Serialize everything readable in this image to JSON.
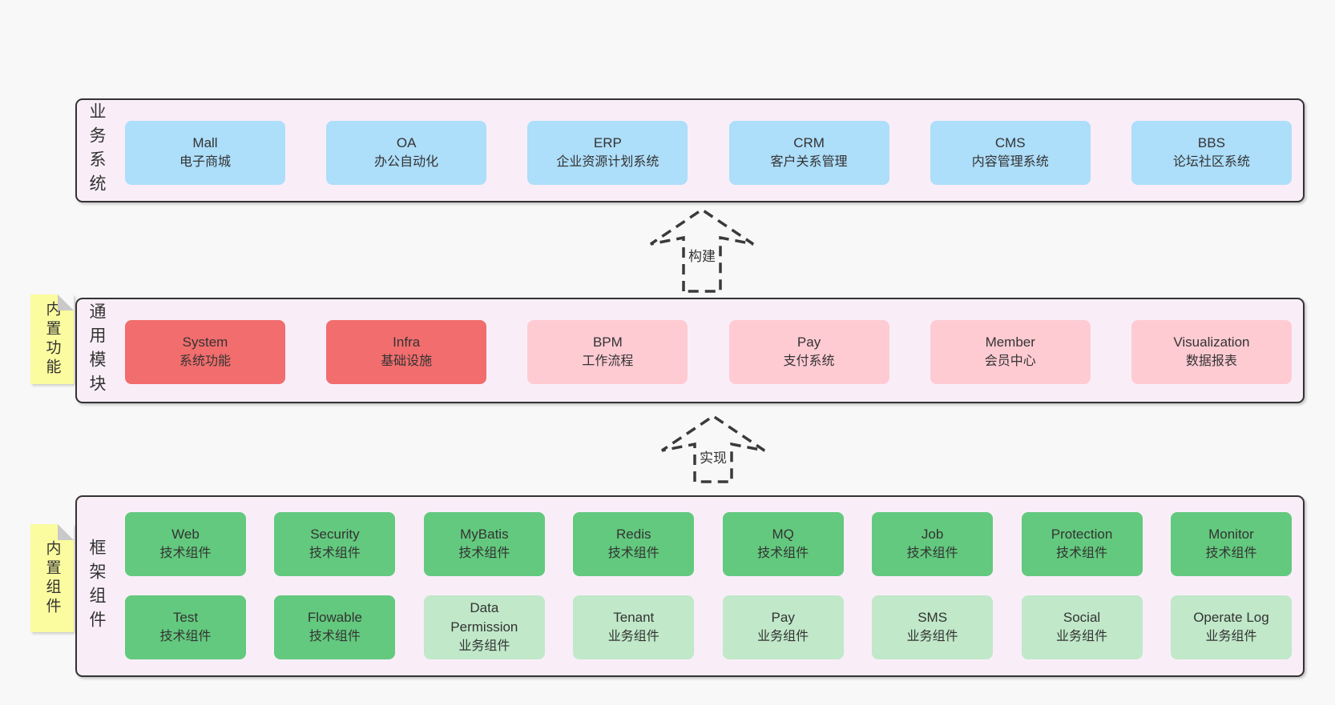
{
  "colors": {
    "background": "#f8f8f8",
    "container_fill": "#f9eef8",
    "container_border": "#333333",
    "box_blue": "#addefa",
    "box_red": "#f26d6d",
    "box_pink": "#ffcbd3",
    "box_green": "#63c97e",
    "box_light_green": "#c0e8c9",
    "sticky_yellow": "#fbfb9f",
    "fold_gray": "#c9c9c9",
    "text": "#333333"
  },
  "arrows": [
    {
      "label": "构建"
    },
    {
      "label": "实现"
    }
  ],
  "layers": [
    {
      "label": "业务系统",
      "boxes": [
        {
          "name": "Mall",
          "desc": "电子商城",
          "variant": "blue"
        },
        {
          "name": "OA",
          "desc": "办公自动化",
          "variant": "blue"
        },
        {
          "name": "ERP",
          "desc": "企业资源计划系统",
          "variant": "blue"
        },
        {
          "name": "CRM",
          "desc": "客户关系管理",
          "variant": "blue"
        },
        {
          "name": "CMS",
          "desc": "内容管理系统",
          "variant": "blue"
        },
        {
          "name": "BBS",
          "desc": "论坛社区系统",
          "variant": "blue"
        }
      ]
    },
    {
      "label": "通用模块",
      "sticky_label": "内置功能",
      "boxes": [
        {
          "name": "System",
          "desc": "系统功能",
          "variant": "red"
        },
        {
          "name": "Infra",
          "desc": "基础设施",
          "variant": "red"
        },
        {
          "name": "BPM",
          "desc": "工作流程",
          "variant": "pink"
        },
        {
          "name": "Pay",
          "desc": "支付系统",
          "variant": "pink"
        },
        {
          "name": "Member",
          "desc": "会员中心",
          "variant": "pink"
        },
        {
          "name": "Visualization",
          "desc": "数据报表",
          "variant": "pink"
        }
      ]
    },
    {
      "label": "框架组件",
      "sticky_label": "内置组件",
      "rows": [
        [
          {
            "name": "Web",
            "desc": "技术组件",
            "variant": "green"
          },
          {
            "name": "Security",
            "desc": "技术组件",
            "variant": "green"
          },
          {
            "name": "MyBatis",
            "desc": "技术组件",
            "variant": "green"
          },
          {
            "name": "Redis",
            "desc": "技术组件",
            "variant": "green"
          },
          {
            "name": "MQ",
            "desc": "技术组件",
            "variant": "green"
          },
          {
            "name": "Job",
            "desc": "技术组件",
            "variant": "green"
          },
          {
            "name": "Protection",
            "desc": "技术组件",
            "variant": "green"
          },
          {
            "name": "Monitor",
            "desc": "技术组件",
            "variant": "green"
          }
        ],
        [
          {
            "name": "Test",
            "desc": "技术组件",
            "variant": "green"
          },
          {
            "name": "Flowable",
            "desc": "技术组件",
            "variant": "green"
          },
          {
            "name": "Data Permission",
            "desc": "业务组件",
            "variant": "lightgreen"
          },
          {
            "name": "Tenant",
            "desc": "业务组件",
            "variant": "lightgreen"
          },
          {
            "name": "Pay",
            "desc": "业务组件",
            "variant": "lightgreen"
          },
          {
            "name": "SMS",
            "desc": "业务组件",
            "variant": "lightgreen"
          },
          {
            "name": "Social",
            "desc": "业务组件",
            "variant": "lightgreen"
          },
          {
            "name": "Operate Log",
            "desc": "业务组件",
            "variant": "lightgreen"
          }
        ]
      ]
    }
  ]
}
